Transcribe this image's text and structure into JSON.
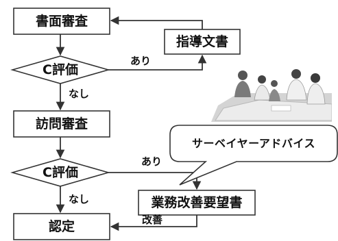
{
  "nodes": {
    "document_review": "書面審査",
    "c_eval_1": "C評価",
    "guidance_document": "指導文書",
    "onsite_review": "訪問審査",
    "c_eval_2": "C評価",
    "improvement_request": "業務改善要望書",
    "certification": "認定"
  },
  "edge_labels": {
    "yes_1": "あり",
    "no_1": "なし",
    "yes_2": "あり",
    "no_2": "なし",
    "improved": "改善"
  },
  "callout": {
    "text": "サーベイヤーアドバイス"
  },
  "colors": {
    "stroke": "#333333",
    "fill": "#ffffff",
    "photo_bg": "#c9c9c9",
    "figure": "#444444",
    "table": "#e8e8e8"
  }
}
